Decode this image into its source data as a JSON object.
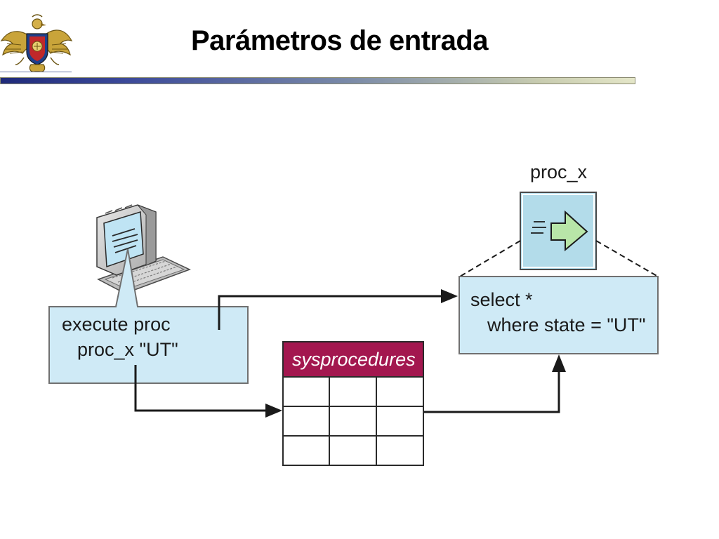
{
  "slide": {
    "title": "Parámetros de entrada"
  },
  "diagram": {
    "client_box": {
      "line1": "execute proc",
      "line2": "proc_x \"UT\""
    },
    "procedure_label": "proc_x",
    "server_box": {
      "line1": "select *",
      "line2": "where state = \"UT\""
    },
    "table": {
      "name": "sysprocedures",
      "rows": 3,
      "columns": 3
    },
    "colors": {
      "box_fill": "#cfeaf6",
      "box_stroke": "#707070",
      "table_header": "#a3174f",
      "proc_icon_bg": "#b3dcea",
      "arrow_fill": "#b8e6a8",
      "header_bar_start": "#1f2a7a",
      "header_bar_end": "#e4e6c8"
    }
  }
}
